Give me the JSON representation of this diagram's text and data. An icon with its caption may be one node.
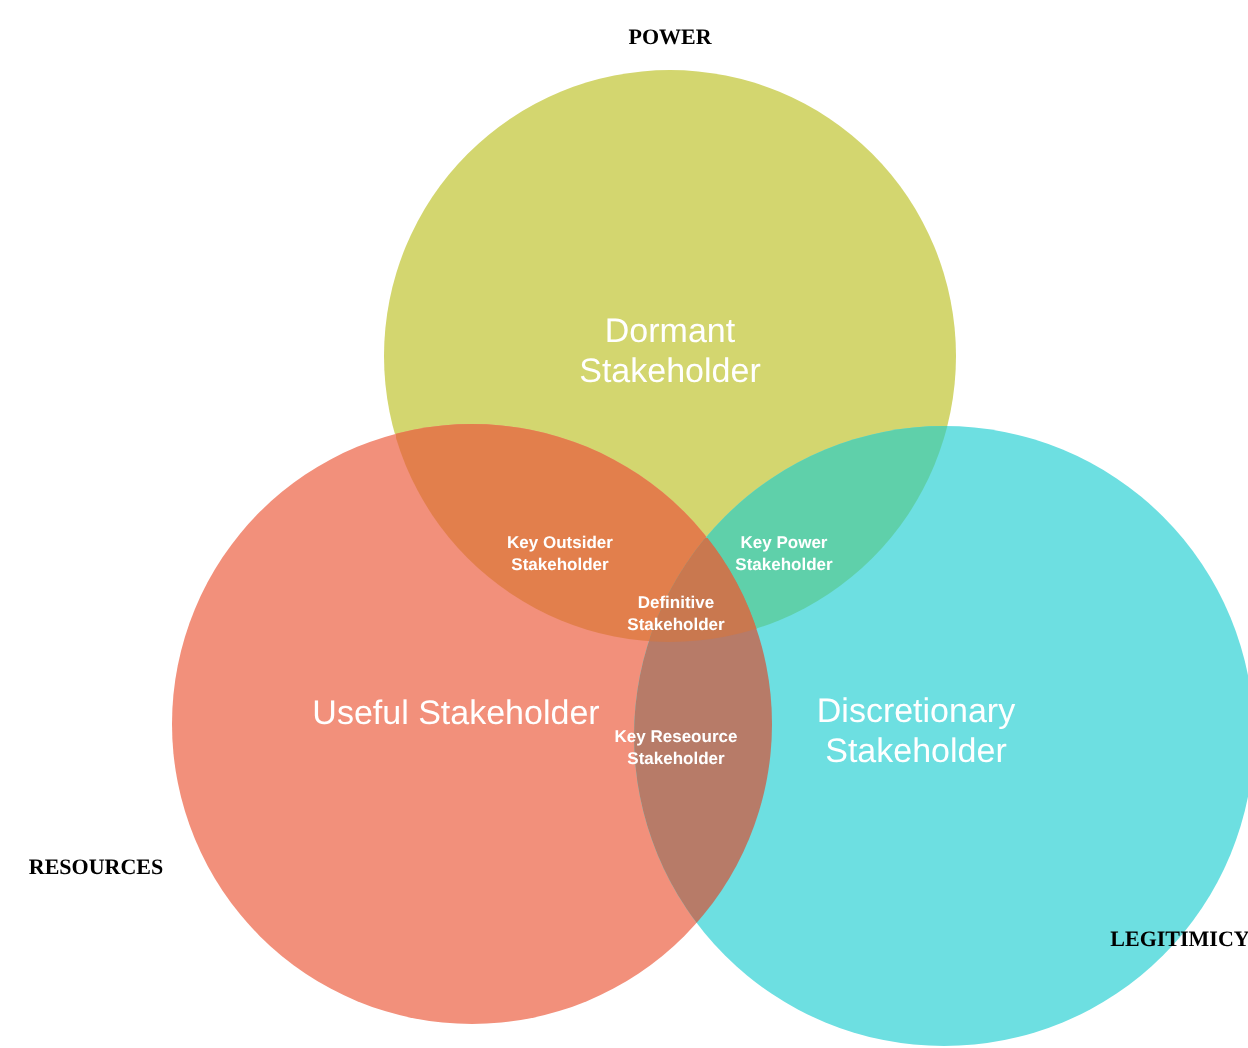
{
  "diagram": {
    "nodes": [
      {
        "text": [
          "Dormant Stakeholder"
        ],
        "beside": [
          "POWER"
        ]
      },
      {
        "text": [
          "Useful Stakeholder"
        ],
        "beside": [
          "RESOURCES"
        ]
      },
      {
        "text": [
          "Discretionary Stakeholder"
        ],
        "beside": [
          "LEGITIMICY"
        ]
      },
      {
        "text": [
          "Key Outsider Stakeholder"
        ]
      },
      {
        "text": [
          "Key Power Stakeholder"
        ]
      },
      {
        "text": [
          "Definitive Stakeholder"
        ]
      },
      {
        "text": [
          "Key Reseource Stakeholder"
        ]
      }
    ]
  }
}
